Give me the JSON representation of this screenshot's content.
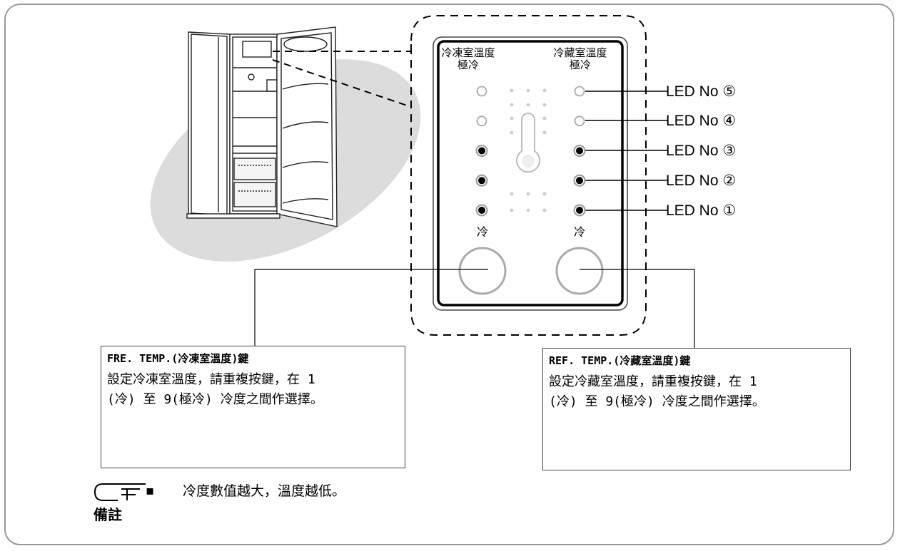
{
  "panel": {
    "freezer_label_line1": "冷凍室溫度",
    "freezer_label_line2": "極冷",
    "fridge_label_line1": "冷藏室溫度",
    "fridge_label_line2": "極冷",
    "freezer_cold_label": "冷",
    "fridge_cold_label": "冷",
    "leds_lit_count": 3,
    "leds_total": 5
  },
  "led_labels": [
    "LED No ⑤",
    "LED No ④",
    "LED No ③",
    "LED No ②",
    "LED No ①"
  ],
  "freezer_box": {
    "title": "FRE. TEMP.(冷凍室溫度)鍵",
    "line1": "設定冷凍室溫度，請重複按鍵，在 1",
    "line2": "(冷) 至 9(極冷) 冷度之間作選擇。"
  },
  "fridge_box": {
    "title": "REF. TEMP.(冷藏室溫度)鍵",
    "line1": "設定冷藏室溫度，請重複按鍵，在 1",
    "line2": "(冷) 至 9(極冷) 冷度之間作選擇。"
  },
  "note": {
    "bullet": "▪",
    "text": "冷度數值越大，溫度越低。",
    "caption": "備註",
    "icon": "pointing-hand-icon"
  },
  "colors": {
    "frame": "#999999",
    "shadow": "#d9d9d9",
    "lit_led": "#000000",
    "ring": "#aaaaaa"
  }
}
